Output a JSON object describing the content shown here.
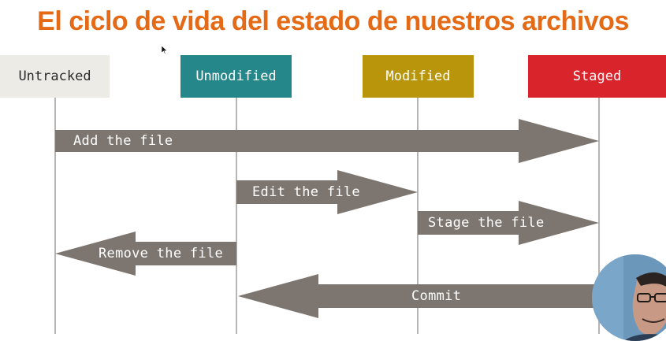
{
  "title": "El ciclo de vida del estado de nuestros archivos",
  "colors": {
    "title": "#e56a16",
    "arrow": "#7d7670",
    "lifeline": "#b5b5b5"
  },
  "states": [
    {
      "label": "Untracked",
      "bg": "#ecebe6",
      "fg": "#2b2b2b"
    },
    {
      "label": "Unmodified",
      "bg": "#258789",
      "fg": "#ffffff"
    },
    {
      "label": "Modified",
      "bg": "#b9950c",
      "fg": "#ffffff"
    },
    {
      "label": "Staged",
      "bg": "#d9242b",
      "fg": "#ffffff"
    }
  ],
  "transitions": [
    {
      "label": "Add the file",
      "from": "Untracked",
      "to": "Staged"
    },
    {
      "label": "Edit the file",
      "from": "Unmodified",
      "to": "Modified"
    },
    {
      "label": "Stage the file",
      "from": "Modified",
      "to": "Staged"
    },
    {
      "label": "Remove the file",
      "from": "Unmodified",
      "to": "Untracked"
    },
    {
      "label": "Commit",
      "from": "Staged",
      "to": "Unmodified"
    }
  ]
}
